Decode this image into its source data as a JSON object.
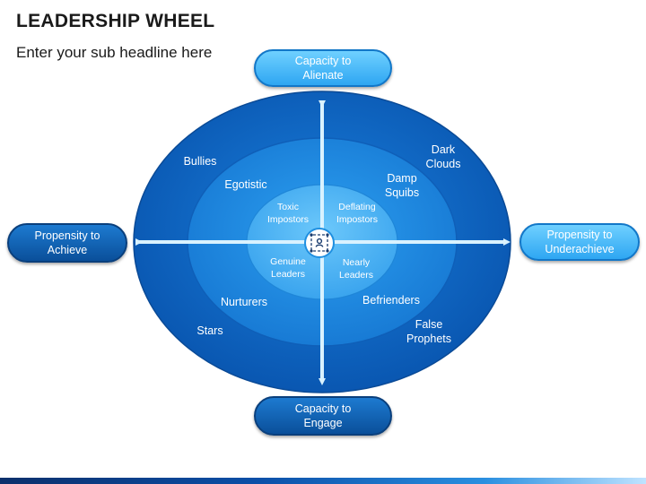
{
  "header": {
    "title": "LEADERSHIP WHEEL",
    "subtitle": "Enter your sub headline here"
  },
  "axes": {
    "top": "Capacity to\nAlienate",
    "bottom": "Capacity to\nEngage",
    "left": "Propensity to\nAchieve",
    "right": "Propensity to\nUnderachieve"
  },
  "rings": {
    "outer": {
      "top_left": "Bullies",
      "top_right": "Dark\nClouds",
      "bottom_left": "Stars",
      "bottom_right": "False\nProphets"
    },
    "middle": {
      "top_left": "Egotistic",
      "top_right": "Damp\nSquibs",
      "bottom_left": "Nurturers",
      "bottom_right": "Befrienders"
    },
    "inner": {
      "top_left": "Toxic\nImpostors",
      "top_right": "Deflating\nImpostors",
      "bottom_left": "Genuine\nLeaders",
      "bottom_right": "Nearly\nLeaders"
    }
  },
  "center": {
    "icon": "leadership-network-icon"
  },
  "colors": {
    "outer_ring": "#0b63c4",
    "middle_ring": "#1a86e0",
    "inner_ring": "#4cb3f2",
    "axis_line": "#cfeeff",
    "dark_pill": "#0b5aa8",
    "light_pill": "#3db4f7"
  }
}
